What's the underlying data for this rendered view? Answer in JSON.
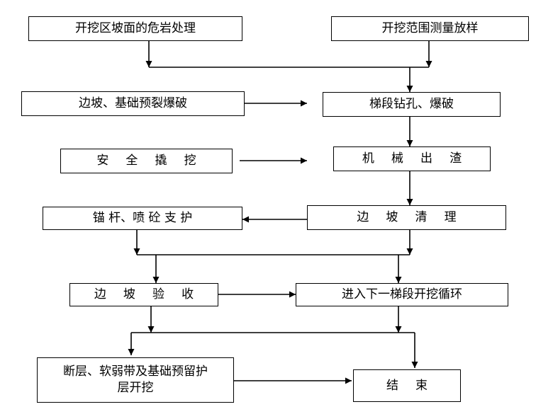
{
  "diagram": {
    "type": "flowchart",
    "nodes": {
      "n1": "开挖区坡面的危岩处理",
      "n2": "开挖范围测量放样",
      "n3": "边坡、基础预裂爆破",
      "n4": "梯段钻孔、爆破",
      "n5": "安 全 撬 挖",
      "n6": "机 械 出 渣",
      "n7": "锚 杆、喷 砼 支 护",
      "n8": "边 坡 清 理",
      "n9": "边 坡 验 收",
      "n10": "进入下一梯段开挖循环",
      "n11": "断层、软弱带及基础预留护层开挖",
      "n12": "结 束"
    },
    "edges": [
      [
        "n1",
        "n4"
      ],
      [
        "n2",
        "n4"
      ],
      [
        "n3",
        "n4"
      ],
      [
        "n4",
        "n6"
      ],
      [
        "n5",
        "n6"
      ],
      [
        "n6",
        "n8"
      ],
      [
        "n8",
        "n7"
      ],
      [
        "n7",
        "n9"
      ],
      [
        "n7",
        "n10"
      ],
      [
        "n8",
        "n9"
      ],
      [
        "n8",
        "n10"
      ],
      [
        "n9",
        "n10"
      ],
      [
        "n9",
        "n11"
      ],
      [
        "n9",
        "n12"
      ],
      [
        "n10",
        "n11"
      ],
      [
        "n10",
        "n12"
      ],
      [
        "n11",
        "n12"
      ]
    ]
  }
}
